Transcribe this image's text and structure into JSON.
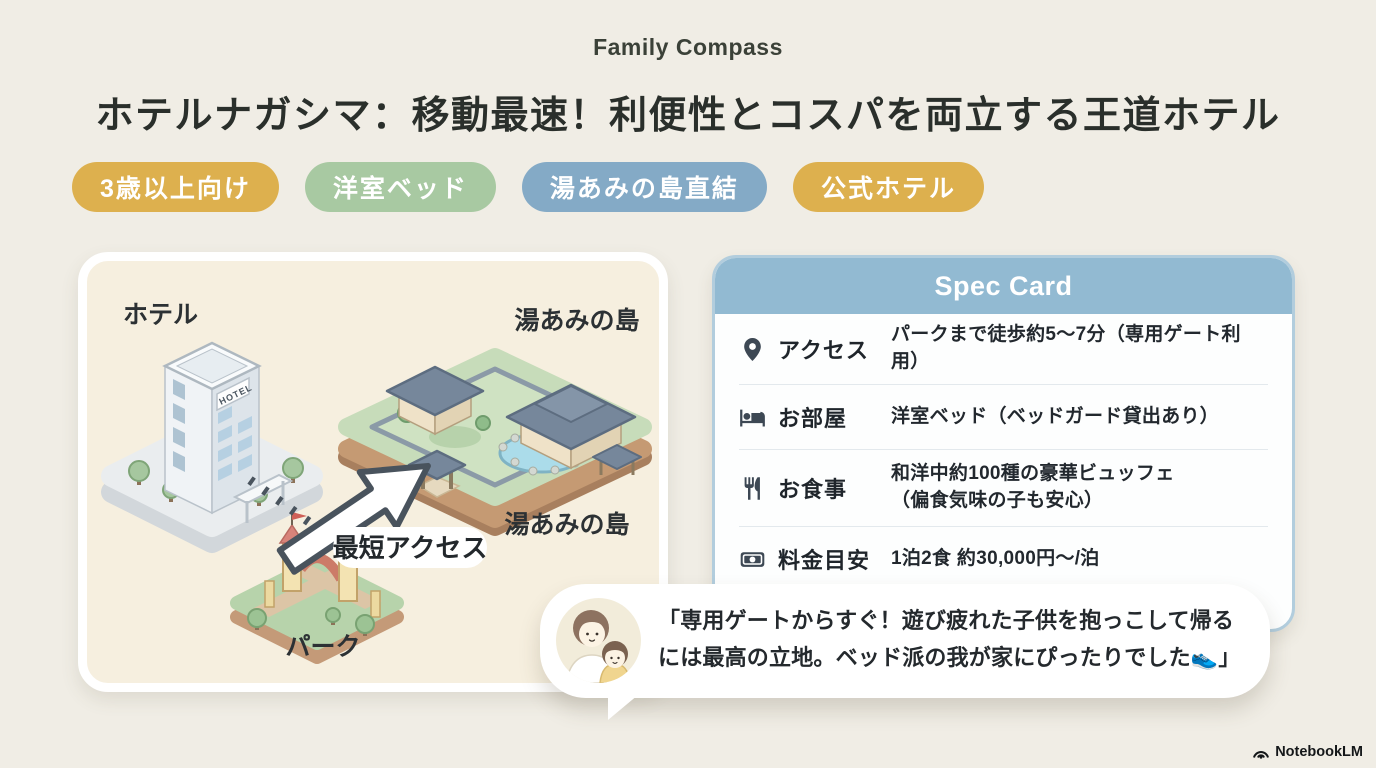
{
  "page": {
    "brand": "Family Compass",
    "title": "ホテルナガシマ：移動最速！利便性とコスパを両立する王道ホテル"
  },
  "badges": [
    {
      "label": "3歳以上向け",
      "color": "#ddb04e"
    },
    {
      "label": "洋室ベッド",
      "color": "#a8c9a2"
    },
    {
      "label": "湯あみの島直結",
      "color": "#84aac6"
    },
    {
      "label": "公式ホテル",
      "color": "#ddb04e"
    }
  ],
  "map": {
    "labels": {
      "hotel": "ホテル",
      "island_top": "湯あみの島",
      "island_side": "湯あみの島",
      "park": "パーク",
      "route": "最短アクセス",
      "hotel_sign": "HOTEL"
    }
  },
  "spec_card": {
    "title": "Spec Card",
    "rows": [
      {
        "icon": "location-pin-icon",
        "label": "アクセス",
        "value": "パークまで徒歩約5〜7分（専用ゲート利用）"
      },
      {
        "icon": "bed-icon",
        "label": "お部屋",
        "value": "洋室ベッド（ベッドガード貸出あり）"
      },
      {
        "icon": "utensils-icon",
        "label": "お食事",
        "value": "和洋中約100種の豪華ビュッフェ",
        "value2": "（偏食気味の子も安心）"
      },
      {
        "icon": "banknote-icon",
        "label": "料金目安",
        "value": "1泊2食 約30,000円〜/泊"
      }
    ]
  },
  "testimonial": {
    "text": "「専用ゲートからすぐ！遊び疲れた子供を抱っこして帰るには最高の立地。ベッド派の我が家にぴったりでした👟」"
  },
  "footer": {
    "logo_text": "NotebookLM"
  },
  "colors": {
    "background": "#f0ede5",
    "badge_yellow": "#ddb04e",
    "badge_green": "#a8c9a2",
    "badge_blue": "#84aac6",
    "spec_header_blue": "#92bad2",
    "map_card_cream": "#f6efdf",
    "text_dark": "#2a2f2b"
  }
}
